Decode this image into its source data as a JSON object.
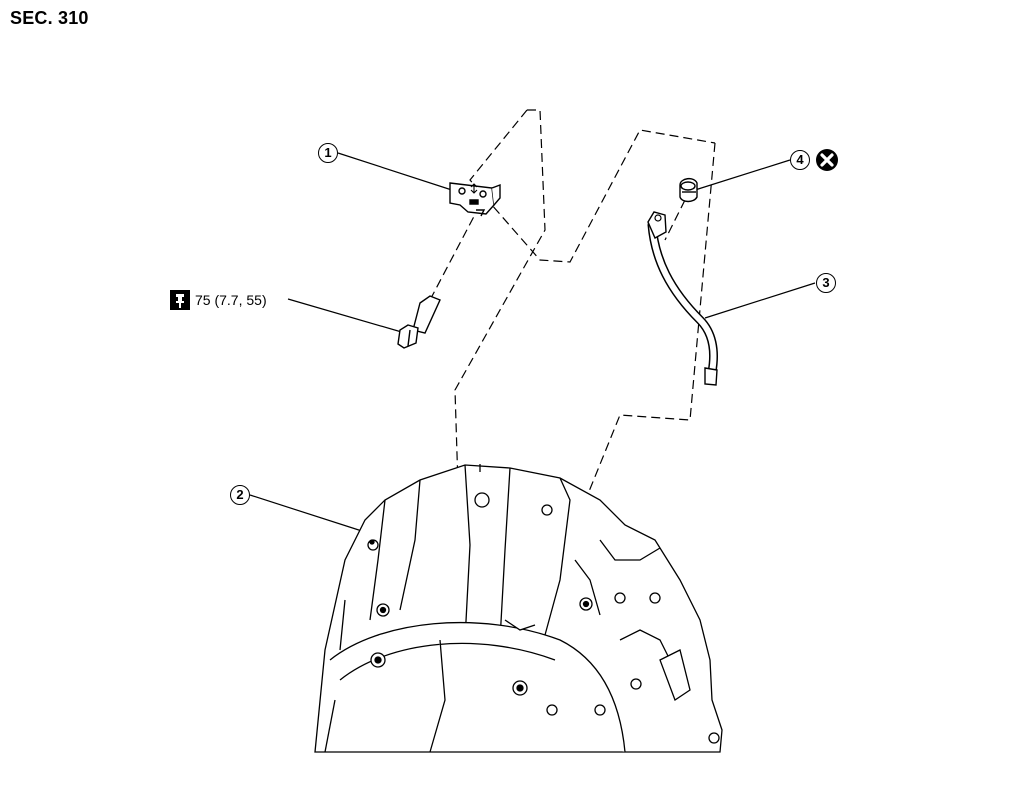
{
  "header": {
    "section_label": "SEC. 310"
  },
  "torque_spec": {
    "text": "75 (7.7, 55)",
    "icon": "torque-wrench-icon"
  },
  "callouts": {
    "c1": "1",
    "c2": "2",
    "c3": "3",
    "c4": "4"
  },
  "icons": {
    "replace": "replace-always-icon"
  },
  "colors": {
    "line": "#000000",
    "background": "#ffffff"
  }
}
